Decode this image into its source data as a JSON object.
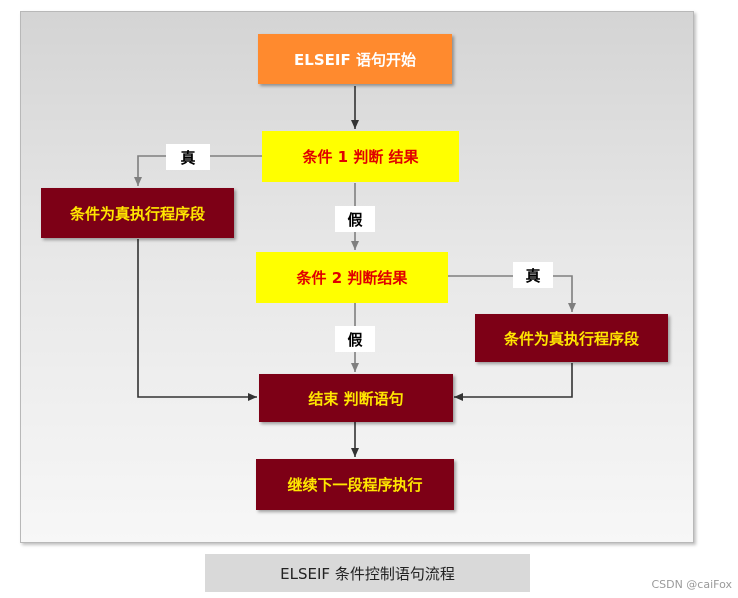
{
  "nodes": {
    "start": "ELSEIF 语句开始",
    "cond1": "条件 1 判断 结果",
    "true_block_1": "条件为真执行程序段",
    "cond2": "条件 2 判断结果",
    "true_block_2": "条件为真执行程序段",
    "end": "结束 判断语句",
    "continue": "继续下一段程序执行"
  },
  "edge_labels": {
    "cond1_true": "真",
    "cond1_false": "假",
    "cond2_true": "真",
    "cond2_false": "假"
  },
  "caption": "ELSEIF 条件控制语句流程",
  "watermark": "CSDN @caiFox",
  "colors": {
    "start_fill": "#ff8a2e",
    "condition_fill": "#ffff00",
    "condition_text": "#e00000",
    "process_fill": "#7d0016",
    "process_text": "#ffe600",
    "connector_dark": "#333333",
    "connector_gray": "#7f7f7f"
  }
}
